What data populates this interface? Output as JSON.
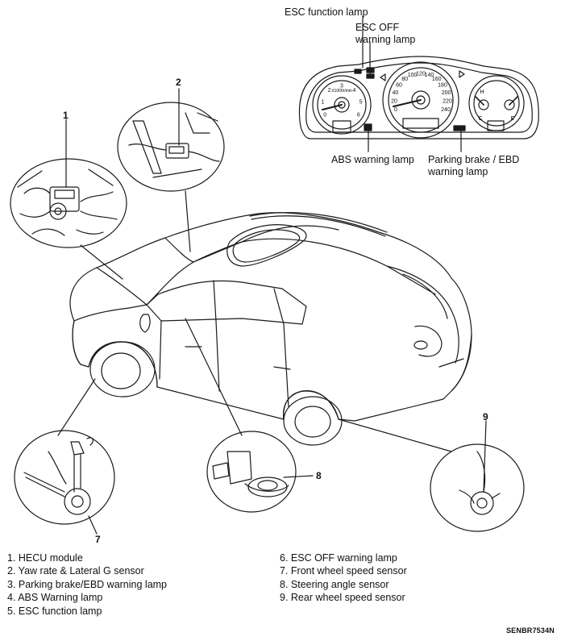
{
  "callouts": {
    "esc_function_lamp": "ESC function lamp",
    "esc_off_lamp_line1": "ESC OFF",
    "esc_off_lamp_line2": "warning lamp",
    "abs_lamp": "ABS warning lamp",
    "parking_lamp_line1": "Parking brake / EBD",
    "parking_lamp_line2": "warning lamp"
  },
  "numbers": {
    "n1": "1",
    "n2": "2",
    "n7": "7",
    "n8": "8",
    "n9": "9"
  },
  "legend": {
    "left": [
      "1. HECU module",
      "2. Yaw rate & Lateral G sensor",
      "3. Parking brake/EBD warning lamp",
      "4. ABS Warning lamp",
      "5. ESC function lamp"
    ],
    "right": [
      "6. ESC OFF warning lamp",
      "7. Front wheel speed sensor",
      "8. Steering angle sensor",
      "9. Rear wheel speed sensor"
    ]
  },
  "cluster": {
    "speed_ticks": [
      "0",
      "20",
      "40",
      "60",
      "80",
      "100",
      "120",
      "140",
      "160",
      "180",
      "200",
      "220",
      "240"
    ],
    "tach_ticks": [
      "0",
      "1",
      "2",
      "3",
      "4",
      "5",
      "6"
    ],
    "tach_unit": "X1000r/min",
    "temp_h": "H",
    "temp_c": "C",
    "fuel_e": "E"
  },
  "figure_code": "SENBR7534N"
}
